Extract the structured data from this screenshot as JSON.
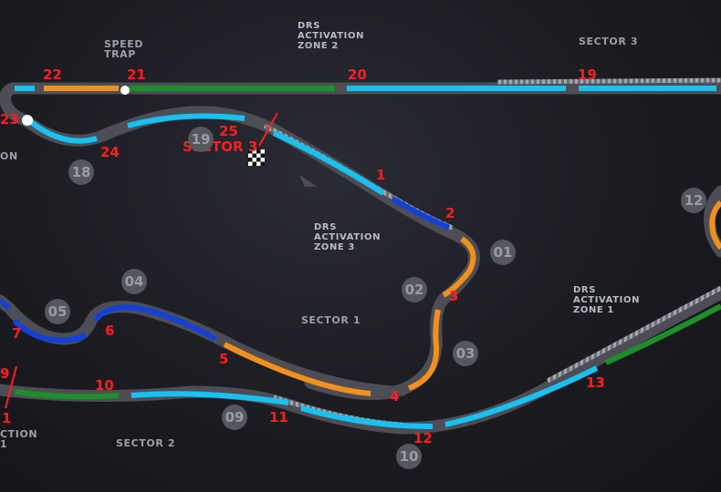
{
  "colors": {
    "track": "#505158",
    "kerb": "#8c8d94",
    "cyan": "#17c2f2",
    "blue": "#1340d8",
    "green": "#1b8f2a",
    "orange": "#f3901c",
    "turn_number": "#ff1e1e",
    "corner_badge": "#55575e"
  },
  "labels": {
    "speed_trap": "SPEED\nTRAP",
    "drs_zone_2": "DRS\nACTIVATION\nZONE 2",
    "drs_zone_3": "DRS\nACTIVATION\nZONE 3",
    "drs_zone_1": "DRS\nACTIVATION\nZONE 1",
    "sector_1": "SECTOR 1",
    "sector_2": "SECTOR 2",
    "sector_3": "SECTOR 3",
    "sector_finish": "SECTOR 3",
    "left_on": "ON",
    "left_ction": "CTION\n1"
  },
  "turns": [
    "22",
    "21",
    "20",
    "19",
    "23",
    "24",
    "25",
    "1",
    "2",
    "3",
    "4",
    "5",
    "6",
    "7",
    "9",
    "10",
    "11",
    "12",
    "13",
    "1"
  ],
  "corners": [
    "18",
    "19",
    "01",
    "02",
    "03",
    "04",
    "05",
    "09",
    "10",
    "12"
  ]
}
